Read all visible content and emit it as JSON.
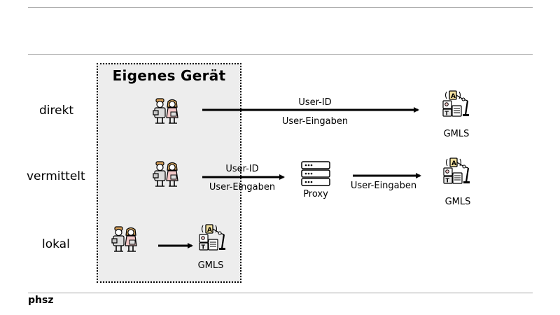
{
  "device_title": "Eigenes Gerät",
  "rows": {
    "direkt": "direkt",
    "vermittelt": "vermittelt",
    "lokal": "lokal"
  },
  "labels": {
    "user_id": "User-ID",
    "user_input": "User-Eingaben",
    "proxy": "Proxy",
    "gmls": "GMLS"
  },
  "footer": "phsz",
  "icons": {
    "users": "people-icon",
    "gmls": "learning-system-icon",
    "proxy": "server-icon"
  }
}
